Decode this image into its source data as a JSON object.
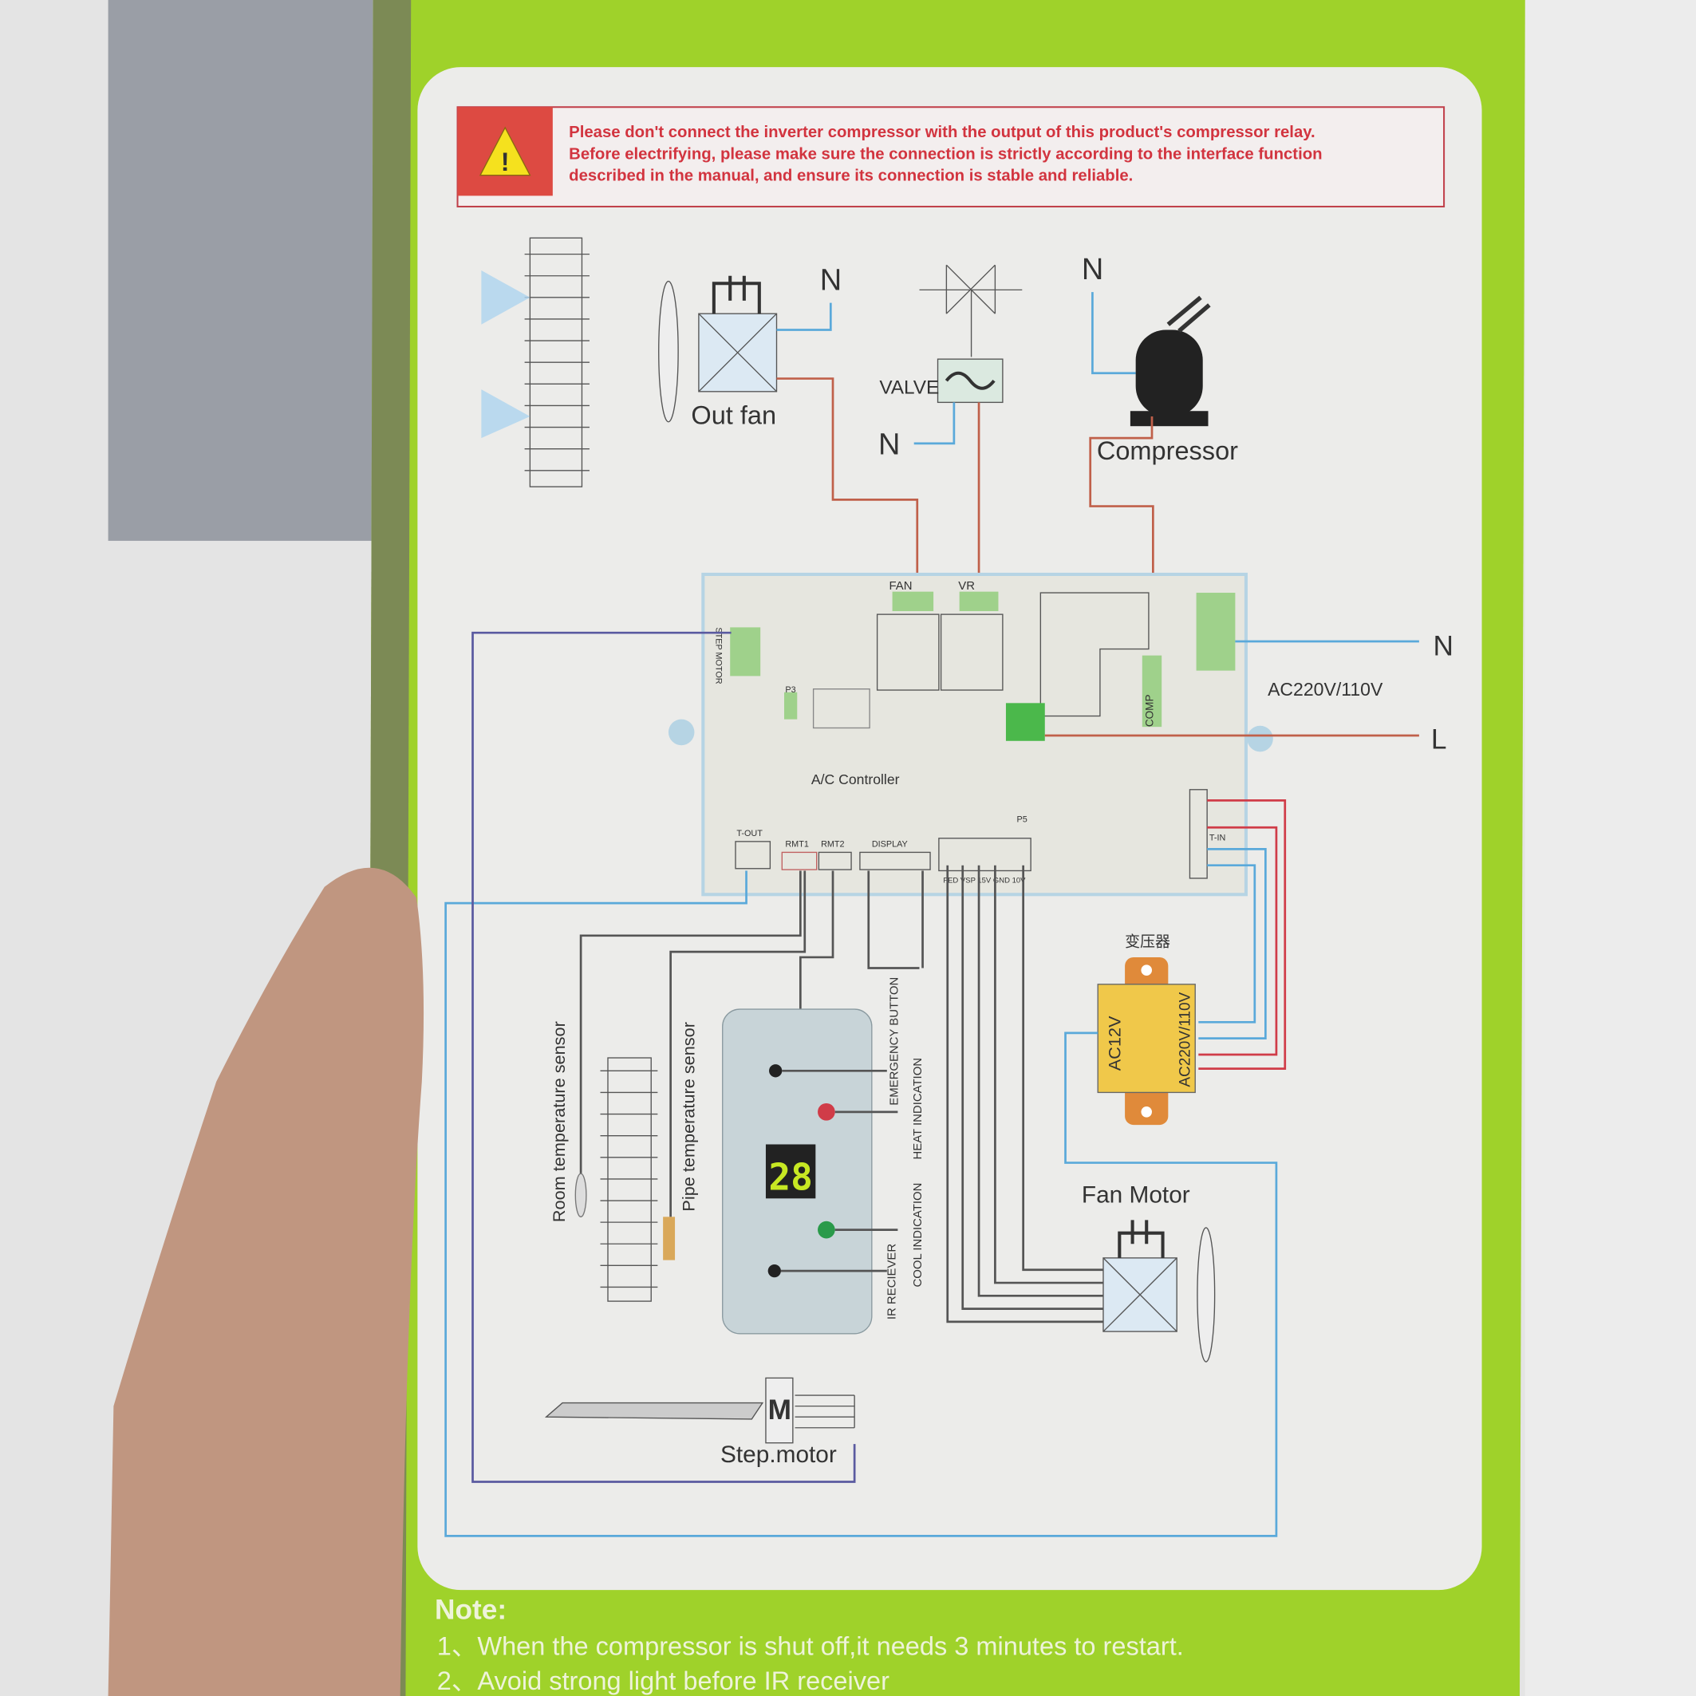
{
  "warning": {
    "lines": [
      "Please don't connect the inverter compressor with the output of this product's compressor relay.",
      "Before electrifying, please make sure the connection is strictly according to the interface function",
      "described in the manual, and ensure its connection is stable and reliable."
    ]
  },
  "components": {
    "n_label": "N",
    "l_label": "L",
    "out_fan": "Out fan",
    "valve": "VALVE",
    "compressor": "Compressor",
    "power": "AC220V/110V",
    "controller": "A/C Controller",
    "fan_port": "FAN",
    "vr_port": "VR",
    "comp_port": "COMP",
    "step_motor_port": "STEP MOTOR",
    "p3": "P3",
    "p5": "P5",
    "t_out": "T-OUT",
    "rmt1": "RMT1",
    "rmt2": "RMT2",
    "display_port": "DISPLAY",
    "t_in": "T-IN",
    "pins": "FED VSP 15V GND  10V",
    "transformer": "变压器",
    "ac12v": "AC12V",
    "ac220": "AC220V/110V",
    "fan_motor": "Fan Motor",
    "room_sensor": "Room temperature sensor",
    "pipe_sensor": "Pipe temperature sensor",
    "emergency": "EMERGENCY BUTTON",
    "heat": "HEAT INDICATION",
    "cool": "COOL INDICATION",
    "ir": "IR RECIEVER",
    "step_motor": "Step.motor",
    "motor_m": "M",
    "display_digits": "28"
  },
  "note": {
    "title": "Note:",
    "items": [
      "1、When the compressor is shut off,it needs 3 minutes to restart.",
      "2、Avoid strong light before IR receiver"
    ]
  }
}
